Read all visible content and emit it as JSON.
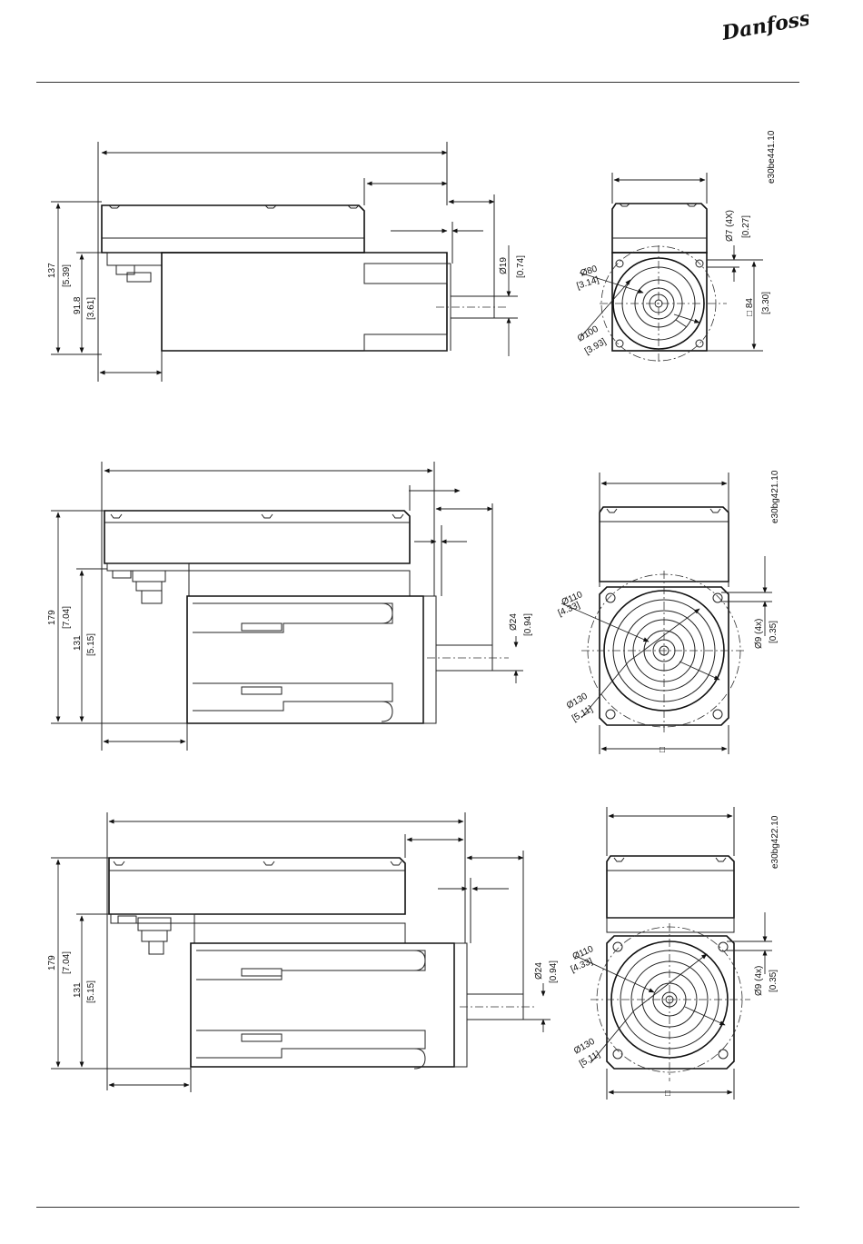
{
  "header": {
    "logo_text": "Danfoss"
  },
  "drawings": [
    {
      "code": "e30be441.10",
      "side": {
        "height_mm": "137",
        "height_in": "[5.39]",
        "flange_height_mm": "91.8",
        "flange_height_in": "[3.61]",
        "shaft_dia_mm": "Ø19",
        "shaft_dia_in": "[0.74]"
      },
      "front": {
        "bolt_circle_mm": "Ø80",
        "bolt_circle_in": "[3.14]",
        "pilot_dia_mm": "Ø100",
        "pilot_dia_in": "[3.93]",
        "hole_mm": "Ø7 (4X)",
        "hole_in": "[0.27]",
        "square_mm": "□ 84",
        "square_in": "[3.30]"
      }
    },
    {
      "code": "e30bg421.10",
      "side": {
        "height_mm": "179",
        "height_in": "[7.04]",
        "flange_height_mm": "131",
        "flange_height_in": "[5.15]",
        "shaft_dia_mm": "Ø24",
        "shaft_dia_in": "[0.94]"
      },
      "front": {
        "bolt_circle_mm": "Ø110",
        "bolt_circle_in": "[4.33]",
        "pilot_dia_mm": "Ø130",
        "pilot_dia_in": "[5.11]",
        "hole_mm": "Ø9 (4x)",
        "hole_in": "[0.35]",
        "square_mm": "□"
      }
    },
    {
      "code": "e30bg422.10",
      "side": {
        "height_mm": "179",
        "height_in": "[7.04]",
        "flange_height_mm": "131",
        "flange_height_in": "[5.15]",
        "shaft_dia_mm": "Ø24",
        "shaft_dia_in": "[0.94]"
      },
      "front": {
        "bolt_circle_mm": "Ø110",
        "bolt_circle_in": "[4.33]",
        "pilot_dia_mm": "Ø130",
        "pilot_dia_in": "[5.11]",
        "hole_mm": "Ø9 (4x)",
        "hole_in": "[0.35]",
        "square_mm": "□"
      }
    }
  ]
}
